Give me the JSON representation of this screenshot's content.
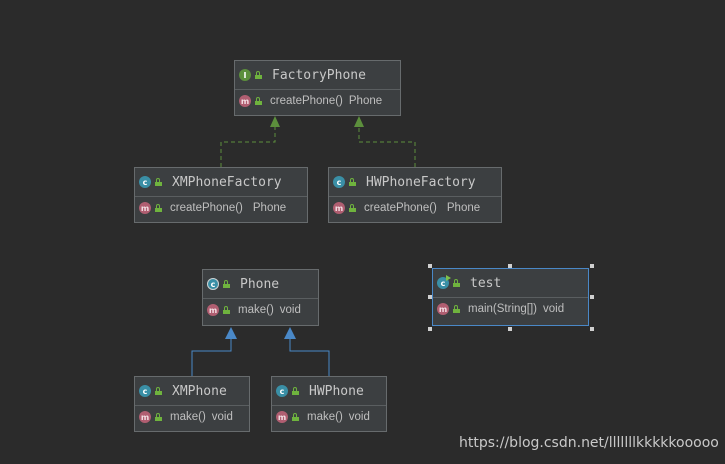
{
  "diagram": {
    "classes": [
      {
        "id": "factory-phone",
        "kind": "interface",
        "kind_letter": "I",
        "name": "FactoryPhone",
        "methods": [
          {
            "icon_letter": "m",
            "signature": "createPhone()",
            "return_type": "Phone"
          }
        ]
      },
      {
        "id": "xm-phone-factory",
        "kind": "class",
        "kind_letter": "c",
        "name": "XMPhoneFactory",
        "methods": [
          {
            "icon_letter": "m",
            "signature": "createPhone()",
            "return_type": "Phone"
          }
        ]
      },
      {
        "id": "hw-phone-factory",
        "kind": "class",
        "kind_letter": "c",
        "name": "HWPhoneFactory",
        "methods": [
          {
            "icon_letter": "m",
            "signature": "createPhone()",
            "return_type": "Phone"
          }
        ]
      },
      {
        "id": "phone",
        "kind": "abstract-class",
        "kind_letter": "c",
        "name": "Phone",
        "methods": [
          {
            "icon_letter": "m",
            "signature": "make()",
            "return_type": "void"
          }
        ]
      },
      {
        "id": "test",
        "kind": "class-with-main",
        "kind_letter": "c",
        "name": "test",
        "selected": true,
        "methods": [
          {
            "icon_letter": "m",
            "signature": "main(String[])",
            "return_type": "void"
          }
        ]
      },
      {
        "id": "xm-phone",
        "kind": "class",
        "kind_letter": "c",
        "name": "XMPhone",
        "methods": [
          {
            "icon_letter": "m",
            "signature": "make()",
            "return_type": "void"
          }
        ]
      },
      {
        "id": "hw-phone",
        "kind": "class",
        "kind_letter": "c",
        "name": "HWPhone",
        "methods": [
          {
            "icon_letter": "m",
            "signature": "make()",
            "return_type": "void"
          }
        ]
      }
    ],
    "relations": [
      {
        "type": "realization",
        "from": "XMPhoneFactory",
        "to": "FactoryPhone"
      },
      {
        "type": "realization",
        "from": "HWPhoneFactory",
        "to": "FactoryPhone"
      },
      {
        "type": "generalization",
        "from": "XMPhone",
        "to": "Phone"
      },
      {
        "type": "generalization",
        "from": "HWPhone",
        "to": "Phone"
      }
    ],
    "colors": {
      "background": "#2b2b2b",
      "realization_arrow": "#5c8f3c",
      "generalization_arrow": "#4a88c7",
      "interface_icon": "#5c8f3c",
      "class_icon": "#3a8fa6",
      "method_icon": "#b05e71",
      "selection_border": "#4a88c7"
    }
  },
  "watermark": {
    "text": "https://blog.csdn.net/lllllllkkkkkooooo"
  }
}
